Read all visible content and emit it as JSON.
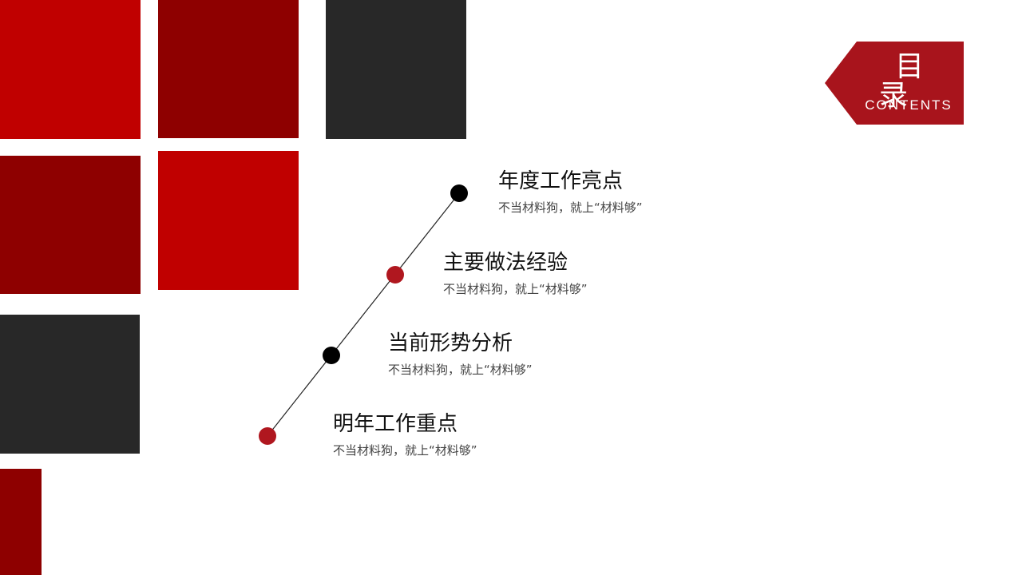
{
  "colors": {
    "red": "#c00000",
    "dark_red": "#8e0000",
    "charcoal": "#282828",
    "badge": "#a8141c",
    "marker_red": "#b0171f",
    "marker_black": "#000000"
  },
  "badge": {
    "title": "目录",
    "subtitle": "CONTENTS"
  },
  "items": [
    {
      "title": "年度工作亮点",
      "desc": "不当材料狗，就上“材料够”",
      "marker": "black"
    },
    {
      "title": "主要做法经验",
      "desc": "不当材料狗，就上“材料够”",
      "marker": "red"
    },
    {
      "title": "当前形势分析",
      "desc": "不当材料狗，就上“材料够”",
      "marker": "black"
    },
    {
      "title": "明年工作重点",
      "desc": "不当材料狗，就上“材料够”",
      "marker": "red"
    }
  ]
}
